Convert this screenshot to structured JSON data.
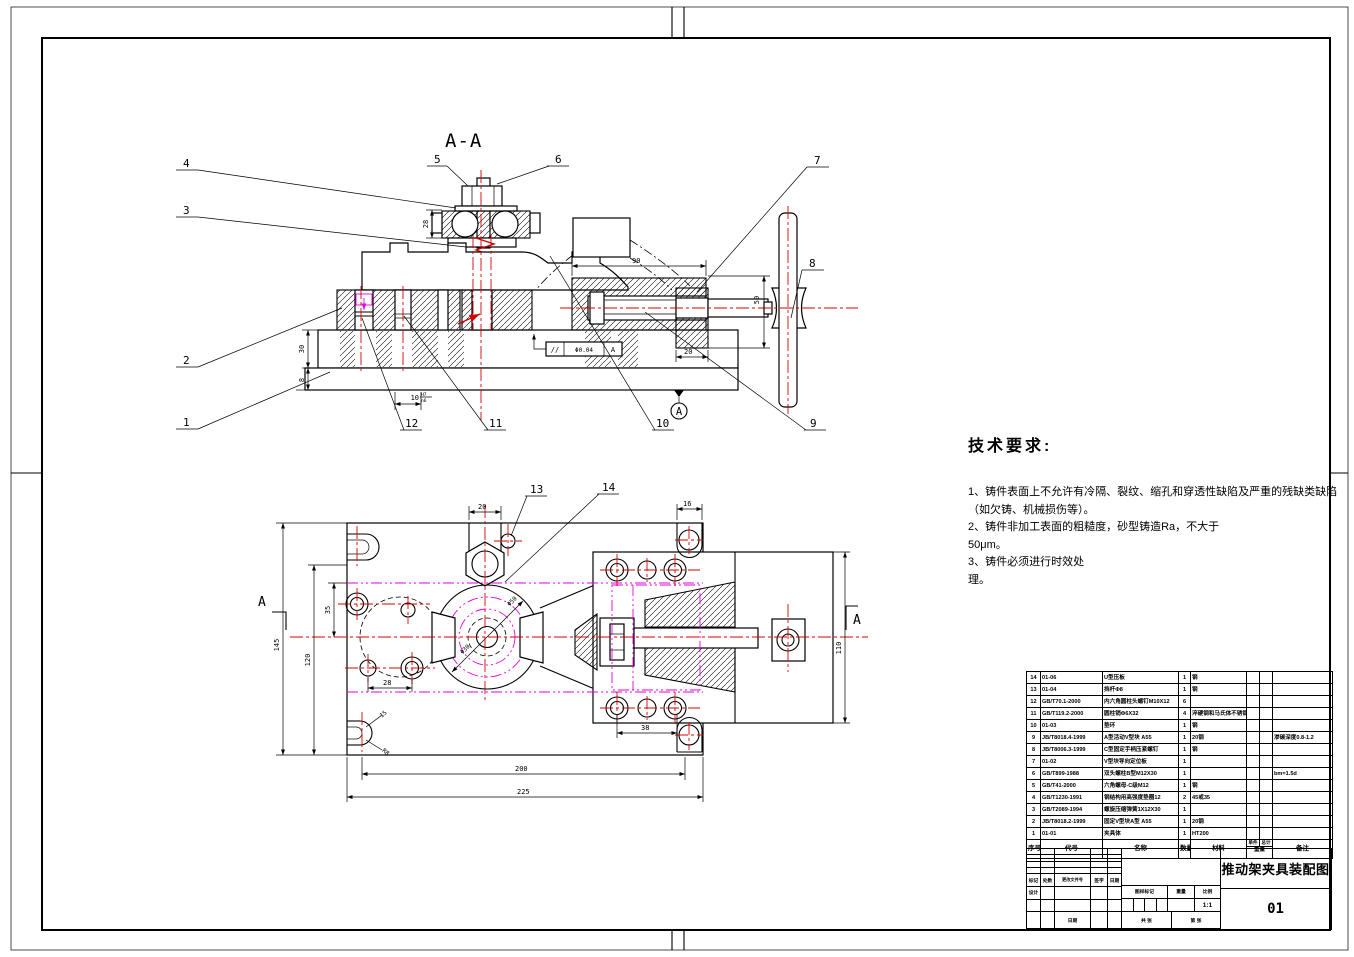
{
  "colors": {
    "centerline": "#d40000",
    "phantom": "#e600e6",
    "line": "#000000"
  },
  "tech_requirements": {
    "title": "技术要求:",
    "lines": [
      "1、铸件表面上不允许有冷隔、裂纹、缩孔和穿透性缺陷及严重的残缺类缺陷",
      "（如欠铸、机械损伤等）。",
      "2、铸件非加工表面的粗糙度，砂型铸造Ra，不大于",
      "50μm。",
      "3、铸件必须进行时效处",
      "理。"
    ]
  },
  "drawing": {
    "section_title": "A-A",
    "section_letter_left": "A",
    "section_letter_right": "A",
    "datum": "A",
    "tolerance": {
      "sym": "//",
      "val": "Φ0.04",
      "ref": "A"
    },
    "balloons": {
      "b1": "1",
      "b2": "2",
      "b3": "3",
      "b4": "4",
      "b5": "5",
      "b6": "6",
      "b7": "7",
      "b8": "8",
      "b9": "9",
      "b10": "10",
      "b11": "11",
      "b12": "12",
      "b13": "13",
      "b14": "14"
    },
    "dims": {
      "d28": "28",
      "d90": "90",
      "d50": "50",
      "d20": "20",
      "d30": "30",
      "d8": "8",
      "d10": "10",
      "fit_num": "H7",
      "fit_den": "n6",
      "d20t": "20",
      "d16": "16",
      "d110": "110",
      "d38": "38",
      "d28l": "28",
      "d200": "200",
      "d225": "225",
      "d145": "145",
      "d120": "120",
      "d35": "35",
      "dia_outer": "Φ50",
      "dia_inner": "Φ30",
      "d15": "15",
      "r8": "R8"
    }
  },
  "parts_list": {
    "headers": {
      "seq": "序号",
      "code": "代号",
      "name": "名称",
      "qty": "数量",
      "mat": "材料",
      "unit": "单件",
      "total": "总计",
      "weight": "重量",
      "note": "备注"
    },
    "rows": [
      {
        "seq": "14",
        "code": "01-06",
        "name": "U型压板",
        "qty": "1",
        "mat": "钢",
        "unit": "",
        "total": "",
        "note": ""
      },
      {
        "seq": "13",
        "code": "01-04",
        "name": "挡杆Φ8",
        "qty": "1",
        "mat": "钢",
        "unit": "",
        "total": "",
        "note": ""
      },
      {
        "seq": "12",
        "code": "GB/T70.1-2000",
        "name": "内六角圆柱头螺钉M10X12",
        "qty": "6",
        "mat": "",
        "unit": "",
        "total": "",
        "note": ""
      },
      {
        "seq": "11",
        "code": "GB/T119.2-2000",
        "name": "圆柱销Φ6X32",
        "qty": "4",
        "mat": "淬硬钢和马氏体不锈钢",
        "unit": "",
        "total": "",
        "note": ""
      },
      {
        "seq": "10",
        "code": "01-03",
        "name": "垫环",
        "qty": "1",
        "mat": "钢",
        "unit": "",
        "total": "",
        "note": ""
      },
      {
        "seq": "9",
        "code": "JB/T8018.4-1999",
        "name": "A型活动V型块 A55",
        "qty": "1",
        "mat": "20钢",
        "unit": "",
        "total": "",
        "note": "渗碳深度0.8-1.2"
      },
      {
        "seq": "8",
        "code": "JB/T8006.3-1999",
        "name": "C型固定手柄压紧螺钉",
        "qty": "1",
        "mat": "钢",
        "unit": "",
        "total": "",
        "note": ""
      },
      {
        "seq": "7",
        "code": "01-02",
        "name": "V型块导向定位板",
        "qty": "1",
        "mat": "",
        "unit": "",
        "total": "",
        "note": ""
      },
      {
        "seq": "6",
        "code": "GB/T899-1988",
        "name": "双头螺柱B型M12X30",
        "qty": "1",
        "mat": "",
        "unit": "",
        "total": "",
        "note": "bm=1.5d"
      },
      {
        "seq": "5",
        "code": "GB/T41-2000",
        "name": "六角螺母-C级M12",
        "qty": "1",
        "mat": "钢",
        "unit": "",
        "total": "",
        "note": ""
      },
      {
        "seq": "4",
        "code": "GB/T1230-1991",
        "name": "钢结构用高强度垫圈12",
        "qty": "2",
        "mat": "45或35",
        "unit": "",
        "total": "",
        "note": ""
      },
      {
        "seq": "3",
        "code": "GB/T2089-1994",
        "name": "螺旋压缩弹簧1X12X30",
        "qty": "1",
        "mat": "",
        "unit": "",
        "total": "",
        "note": ""
      },
      {
        "seq": "2",
        "code": "JB/T8018.2-1999",
        "name": "固定V型块A型 A55",
        "qty": "1",
        "mat": "20钢",
        "unit": "",
        "total": "",
        "note": ""
      },
      {
        "seq": "1",
        "code": "01-01",
        "name": "夹具体",
        "qty": "1",
        "mat": "HT200",
        "unit": "",
        "total": "",
        "note": ""
      }
    ]
  },
  "title_block": {
    "title": "推动架夹具装配图",
    "drawing_no": "01",
    "scale": "1:1",
    "labels": {
      "mark": "标记",
      "count": "处数",
      "file": "更改文件号",
      "sign": "签字",
      "date": "日期",
      "design": "设计",
      "stage": "图样标记",
      "weight": "重量",
      "scale_l": "比例",
      "sheets": "共  张",
      "sheet_no": "第  张",
      "date2": "日期"
    }
  }
}
